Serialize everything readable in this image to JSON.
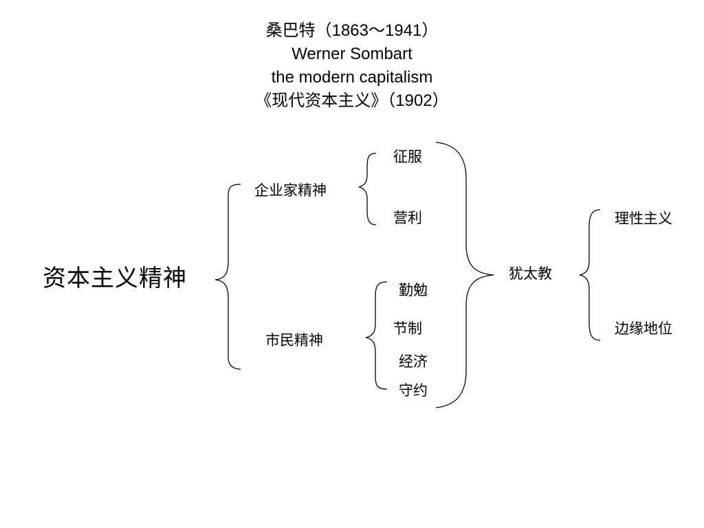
{
  "title": {
    "line1": "桑巴特（1863～1941）",
    "line2": "Werner Sombart",
    "line3": "the modern capitalism",
    "line4": "《现代资本主义》（1902）"
  },
  "diagram": {
    "root": "资本主义精神",
    "branches": [
      {
        "label": "企业家精神",
        "items": [
          "征服",
          "营利"
        ]
      },
      {
        "label": "市民精神",
        "items": [
          "勤勉",
          "节制",
          "经济",
          "守约"
        ]
      }
    ],
    "merge": "犹太教",
    "merge_items": [
      "理性主义",
      "边缘地位"
    ]
  }
}
